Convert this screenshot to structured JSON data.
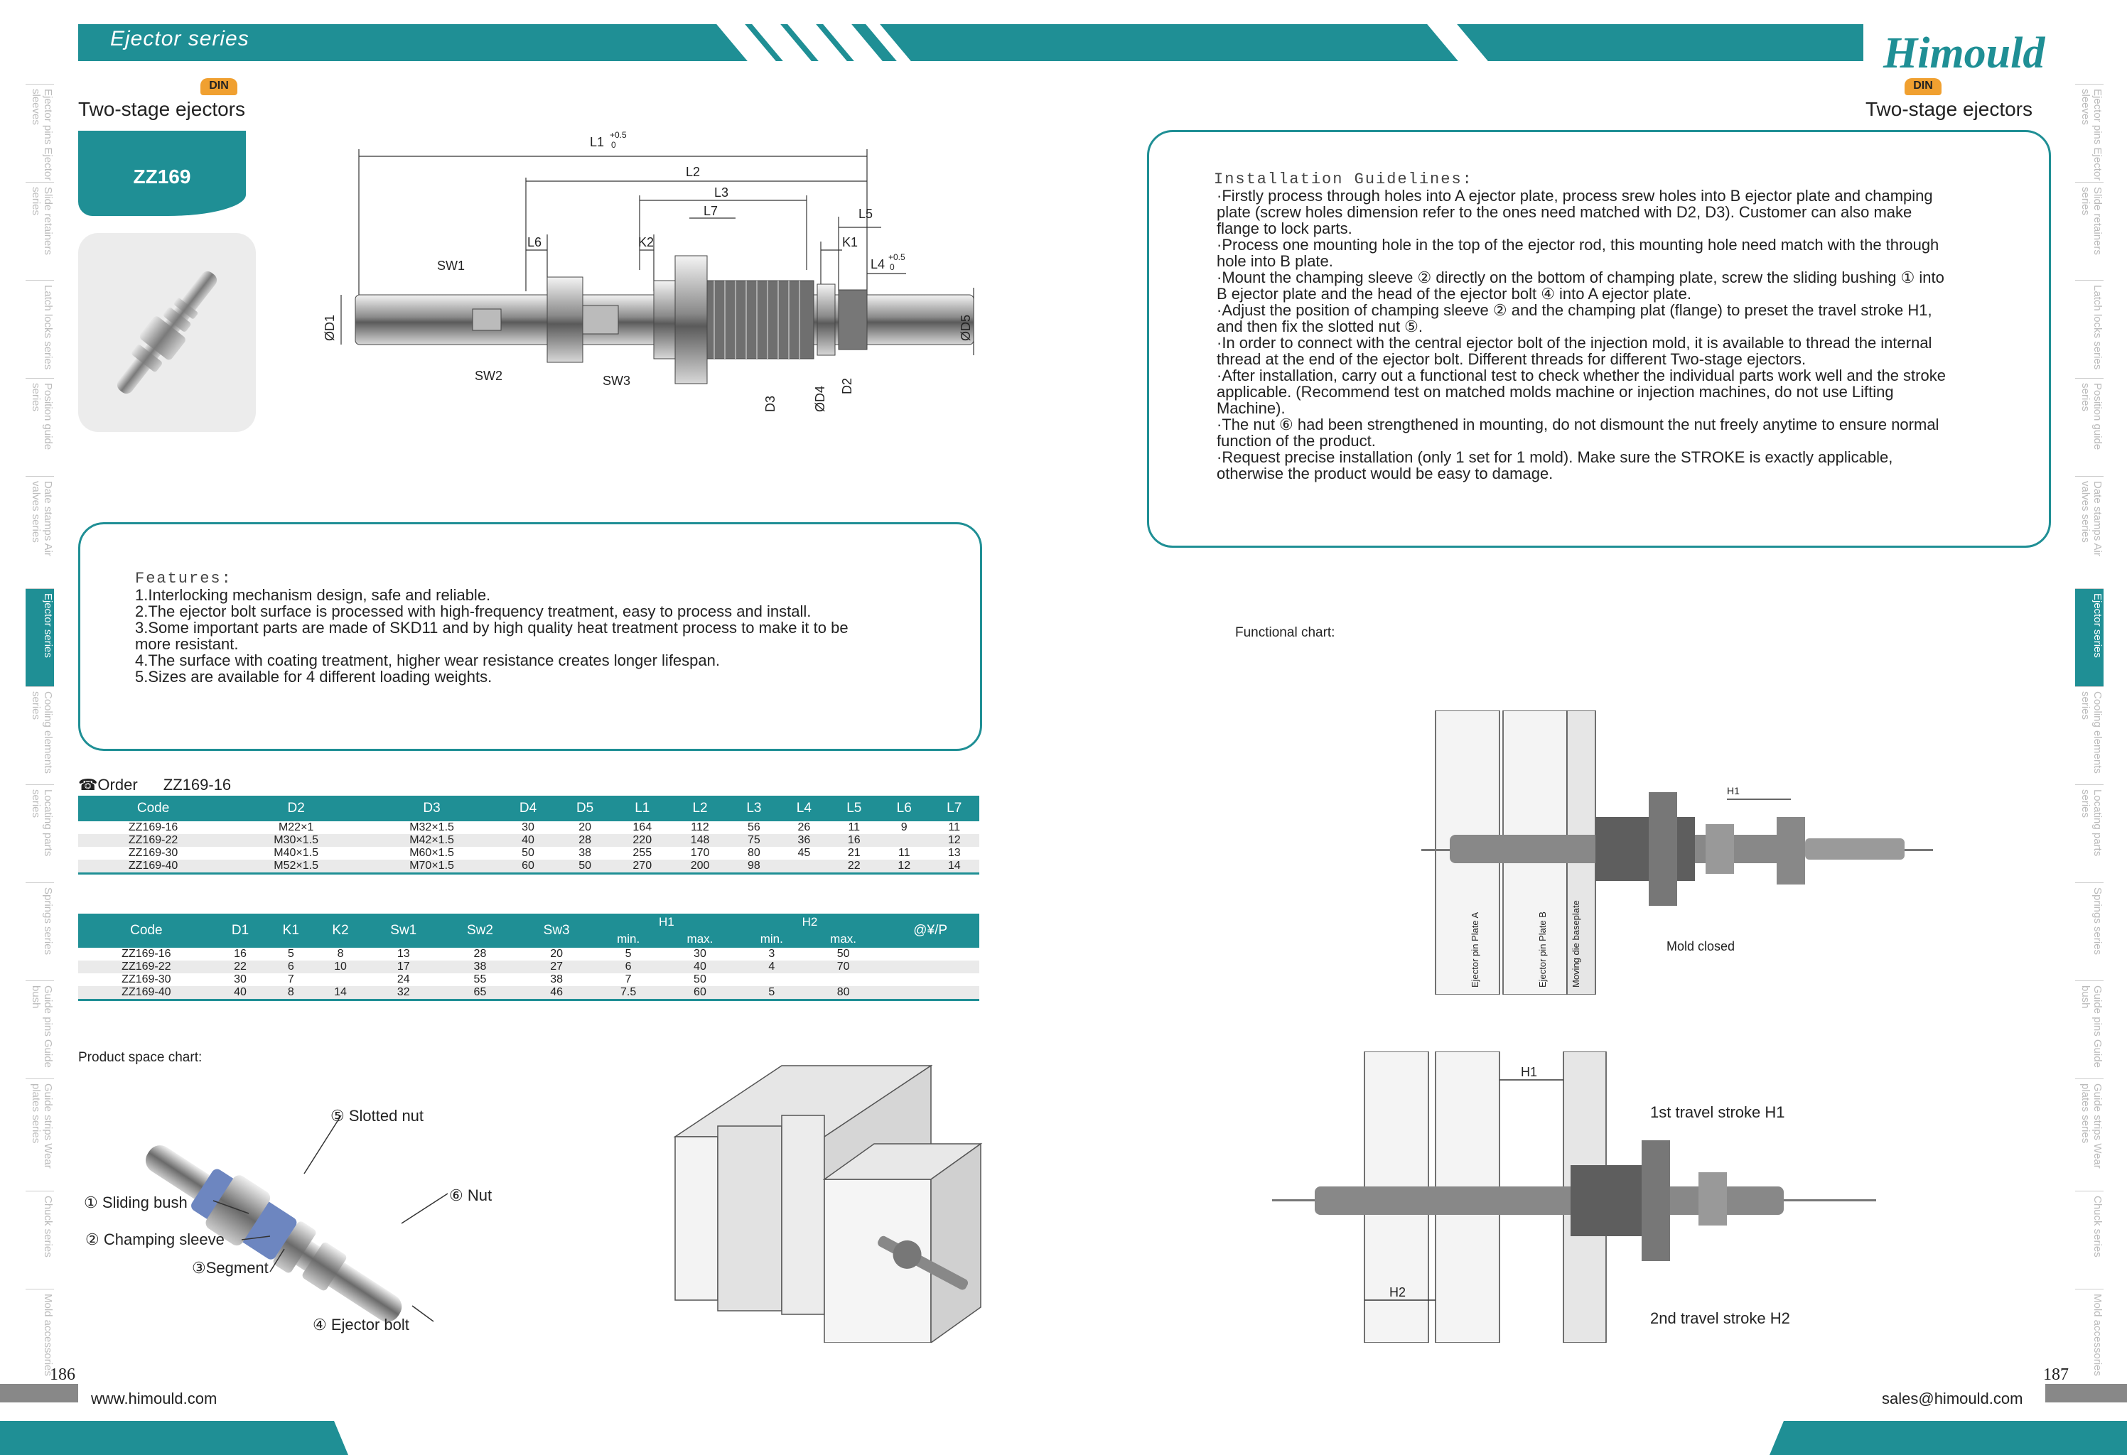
{
  "header": {
    "series": "Ejector series",
    "brand": "Himould",
    "din": "DIN",
    "subtitle": "Two-stage ejectors"
  },
  "product": {
    "model": "ZZ169"
  },
  "side_tabs_left": [
    "Ejector pins Ejector sleeves",
    "Slide retainers series",
    "Latch locks series",
    "Position guide series",
    "Date stamps Air valves series",
    "Ejector series",
    "Cooling elements series",
    "Locating parts series",
    "Springs series",
    "Guide pins Guide bush",
    "Guide strips Wear plates series",
    "Chuck series",
    "Mold accessories"
  ],
  "side_tabs_right": [
    "Ejector pins Ejector sleeves",
    "Slide retainers series",
    "Latch locks series",
    "Position guide series",
    "Date stamps Air valves series",
    "Ejector series",
    "Cooling elements series",
    "Locating parts series",
    "Springs series",
    "Guide pins Guide bush",
    "Guide strips Wear plates series",
    "Chuck series",
    "Mold accessories"
  ],
  "drawing_labels": {
    "L1": "L1",
    "L1_tol": "+0.5",
    "L1_tol0": "0",
    "L2": "L2",
    "L3": "L3",
    "L5": "L5",
    "L6": "L6",
    "L7": "L7",
    "K1": "K1",
    "K2": "K2",
    "L4": "L4",
    "L4_tol": "+0.5",
    "L4_tol0": "0",
    "SW1": "SW1",
    "SW2": "SW2",
    "SW3": "SW3",
    "D1": "ØD1",
    "D5": "ØD5",
    "D3": "D3",
    "D4": "ØD4",
    "D2": "D2"
  },
  "features": {
    "heading": "Features:",
    "lines": [
      "1.Interlocking mechanism design, safe and reliable.",
      "2.The ejector bolt surface is processed with high-frequency treatment, easy to process and install.",
      "3.Some important parts are made of SKD11 and by high quality heat treatment process to make it to be",
      "   more resistant.",
      "4.The surface with coating treatment, higher wear resistance creates longer lifespan.",
      "5.Sizes are available for 4 different loading weights."
    ]
  },
  "order": {
    "label": "Order",
    "code": "ZZ169-16"
  },
  "table1": {
    "headers": [
      "Code",
      "D2",
      "D3",
      "D4",
      "D5",
      "L1",
      "L2",
      "L3",
      "L4",
      "L5",
      "L6",
      "L7"
    ],
    "rows": [
      [
        "ZZ169-16",
        "M22×1",
        "M32×1.5",
        "30",
        "20",
        "164",
        "112",
        "56",
        "26",
        "11",
        "9",
        "11"
      ],
      [
        "ZZ169-22",
        "M30×1.5",
        "M42×1.5",
        "40",
        "28",
        "220",
        "148",
        "75",
        "36",
        "16",
        "",
        "12"
      ],
      [
        "ZZ169-30",
        "M40×1.5",
        "M60×1.5",
        "50",
        "38",
        "255",
        "170",
        "80",
        "45",
        "21",
        "11",
        "13"
      ],
      [
        "ZZ169-40",
        "M52×1.5",
        "M70×1.5",
        "60",
        "50",
        "270",
        "200",
        "98",
        "",
        "22",
        "12",
        "14"
      ]
    ]
  },
  "table2": {
    "headers": [
      "Code",
      "D1",
      "K1",
      "K2",
      "Sw1",
      "Sw2",
      "Sw3",
      "H1",
      "H2",
      "@¥/P"
    ],
    "sub": [
      "min.",
      "max.",
      "min.",
      "max."
    ],
    "rows": [
      [
        "ZZ169-16",
        "16",
        "5",
        "8",
        "13",
        "28",
        "20",
        "5",
        "30",
        "3",
        "50",
        ""
      ],
      [
        "ZZ169-22",
        "22",
        "6",
        "10",
        "17",
        "38",
        "27",
        "6",
        "40",
        "4",
        "70",
        ""
      ],
      [
        "ZZ169-30",
        "30",
        "7",
        "",
        "24",
        "55",
        "38",
        "7",
        "50",
        "",
        "",
        ""
      ],
      [
        "ZZ169-40",
        "40",
        "8",
        "14",
        "32",
        "65",
        "46",
        "7.5",
        "60",
        "5",
        "80",
        ""
      ]
    ]
  },
  "space_chart": {
    "title": "Product space chart:",
    "parts": [
      "⑤ Slotted nut",
      "① Sliding bush",
      "⑥ Nut",
      "② Champing sleeve",
      "③Segment",
      "④ Ejector bolt"
    ]
  },
  "installation": {
    "heading": "Installation Guidelines:",
    "lines": [
      "·Firstly process through holes into A ejector plate, process srew holes into B ejector plate and champing",
      "  plate (screw holes dimension refer to the ones need matched with D2, D3). Customer can also make",
      "  flange to lock parts.",
      "·Process one mounting hole in the top of the ejector rod, this mounting hole need match with the through",
      "  hole into B plate.",
      "·Mount the champing sleeve ② directly on the bottom of champing plate, screw the sliding bushing ① into",
      "  B ejector plate and the head of the ejector bolt ④ into A ejector plate.",
      "·Adjust the position of champing sleeve ② and the champing plat (flange) to preset the travel stroke H1,",
      "  and then fix the slotted nut ⑤.",
      "·In order to connect with the central ejector bolt of the injection mold, it is available to thread the internal",
      "  thread at the end of the ejector bolt. Different threads for different Two-stage ejectors.",
      "·After installation, carry out a functional test to check whether the individual parts work well and the stroke",
      "  applicable. (Recommend test on matched molds machine or injection machines, do not use Lifting",
      "  Machine).",
      "  ·The nut ⑥ had been strengthened in mounting, do not dismount the nut freely anytime to ensure normal",
      "   function of the product.",
      "·Request precise installation (only 1 set for 1 mold). Make sure the STROKE is exactly applicable,",
      "  otherwise the product would be easy to damage."
    ]
  },
  "functional": {
    "title": "Functional chart:",
    "plate_a": "Ejector pin Plate A",
    "plate_b": "Ejector pin Plate B",
    "moving": "Moving die baseplate",
    "closed": "Mold closed",
    "h1": "H1",
    "h2": "H2",
    "stroke1": "1st travel stroke H1",
    "stroke2": "2nd travel stroke H2"
  },
  "footer": {
    "page_left": "186",
    "page_right": "187",
    "web": "www.himould.com",
    "email": "sales@himould.com"
  }
}
